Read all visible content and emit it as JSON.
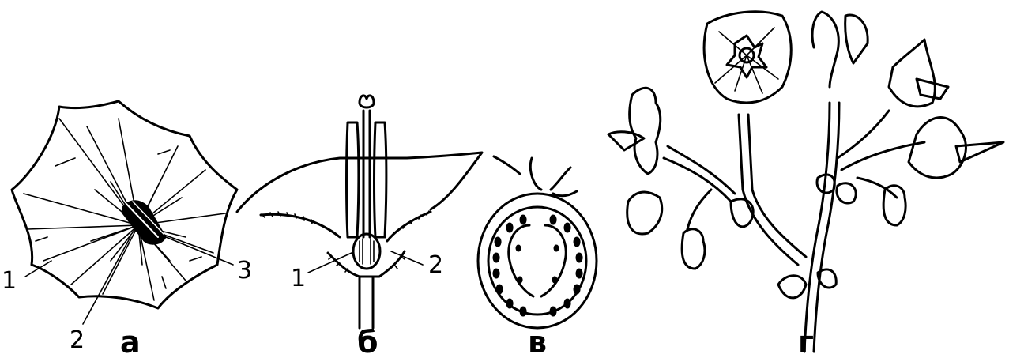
{
  "panels": [
    {
      "id": "a",
      "letter": "а",
      "callouts": [
        "1",
        "2",
        "3"
      ]
    },
    {
      "id": "b",
      "letter": "б",
      "callouts": [
        "1",
        "2"
      ]
    },
    {
      "id": "c",
      "letter": "в",
      "callouts": []
    },
    {
      "id": "d",
      "letter": "г",
      "callouts": []
    }
  ]
}
